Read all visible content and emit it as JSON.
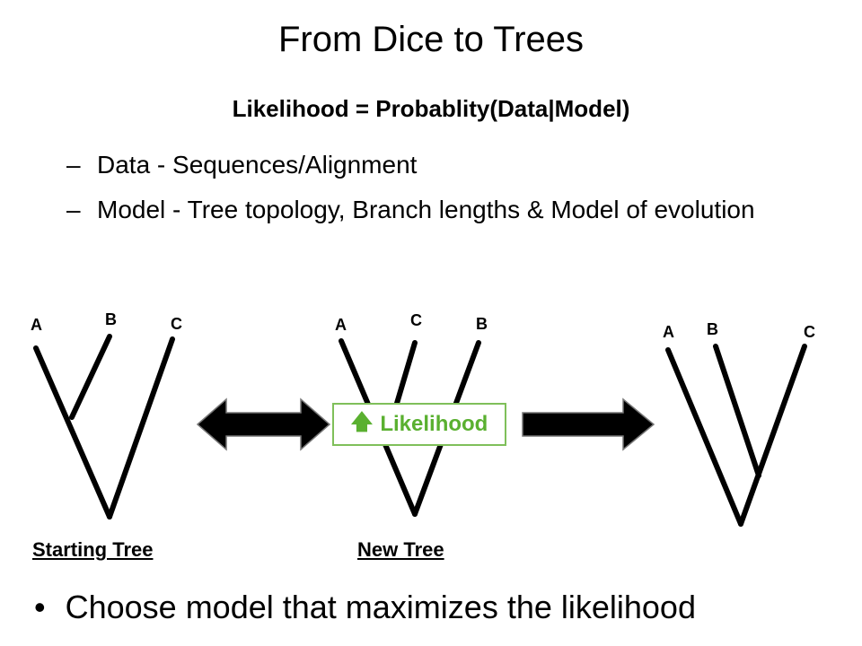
{
  "slide": {
    "title": "From Dice to Trees",
    "formula": "Likelihood = Probablity(Data|Model)",
    "bullets": [
      {
        "dash": "–",
        "text": "Data - Sequences/Alignment"
      },
      {
        "dash": "–",
        "text": "Model - Tree topology, Branch lengths & Model of evolution"
      }
    ]
  },
  "trees": [
    {
      "name": "starting-tree",
      "leaves": [
        "A",
        "B",
        "C"
      ],
      "label": "Starting Tree"
    },
    {
      "name": "new-tree",
      "leaves": [
        "A",
        "C",
        "B"
      ],
      "label": "New Tree"
    },
    {
      "name": "third-tree",
      "leaves": [
        "A",
        "B",
        "C"
      ],
      "label": ""
    }
  ],
  "likelihood_box": {
    "icon": "up-arrow-icon",
    "arrow": "🡅",
    "text": "Likelihood"
  },
  "bottom_bullet": {
    "dot": "•",
    "text": "Choose model that maximizes the likelihood"
  },
  "colors": {
    "likelihood_text": "#5ab030",
    "likelihood_border": "#7fbf5a"
  }
}
